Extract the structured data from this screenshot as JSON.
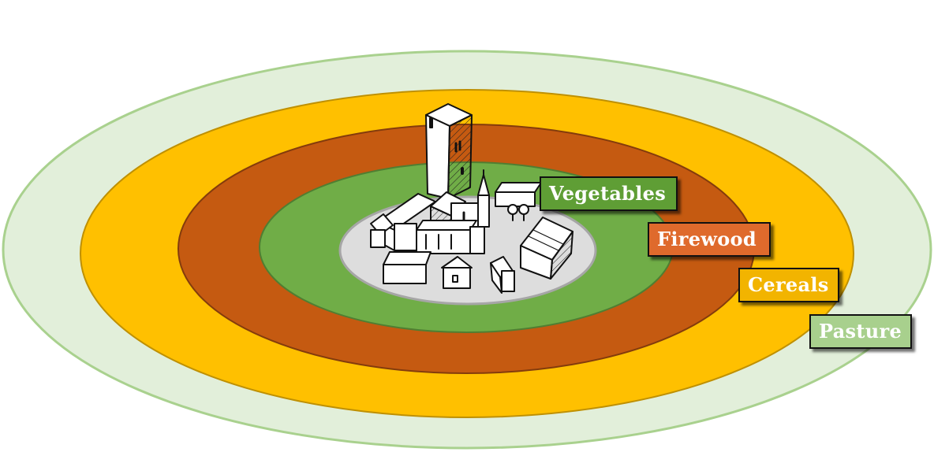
{
  "zones": [
    {
      "id": "pasture",
      "label": "Pasture",
      "fill": "#e2efda",
      "stroke": "#a9d18e",
      "label_bg": "#a8d08d"
    },
    {
      "id": "cereals",
      "label": "Cereals",
      "fill": "#ffc000",
      "stroke": "#bf9000",
      "label_bg": "#f2b400"
    },
    {
      "id": "firewood",
      "label": "Firewood",
      "fill": "#c55a11",
      "stroke": "#843c0c",
      "label_bg": "#df6a2c"
    },
    {
      "id": "vegetables",
      "label": "Vegetables",
      "fill": "#70ad47",
      "stroke": "#507e32",
      "label_bg": "#5f9e35"
    }
  ],
  "town": {
    "fill": "#dddddd",
    "stroke": "#a6a6a6"
  }
}
